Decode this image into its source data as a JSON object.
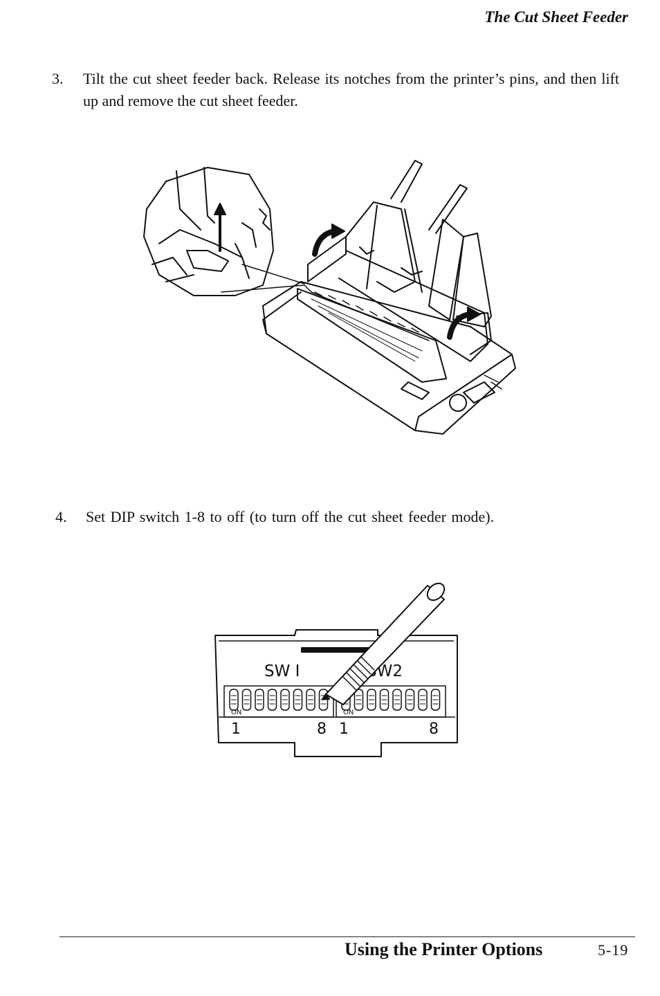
{
  "header": {
    "section_title": "The Cut Sheet Feeder"
  },
  "steps": [
    {
      "number": "3.",
      "text": "Tilt the cut sheet feeder back. Release its notches from the printer’s pins, and then lift up and remove the cut sheet feeder."
    },
    {
      "number": "4.",
      "text": "Set DIP switch 1-8 to off (to turn off the cut sheet feeder mode)."
    }
  ],
  "dip_figure": {
    "bank1_label": "SW I",
    "bank2_label": "SW2",
    "bank1_first": "1",
    "bank1_last": "8",
    "bank2_first": "1",
    "bank2_last": "8"
  },
  "footer": {
    "chapter_title": "Using the Printer Options",
    "page_number": "5-19"
  }
}
